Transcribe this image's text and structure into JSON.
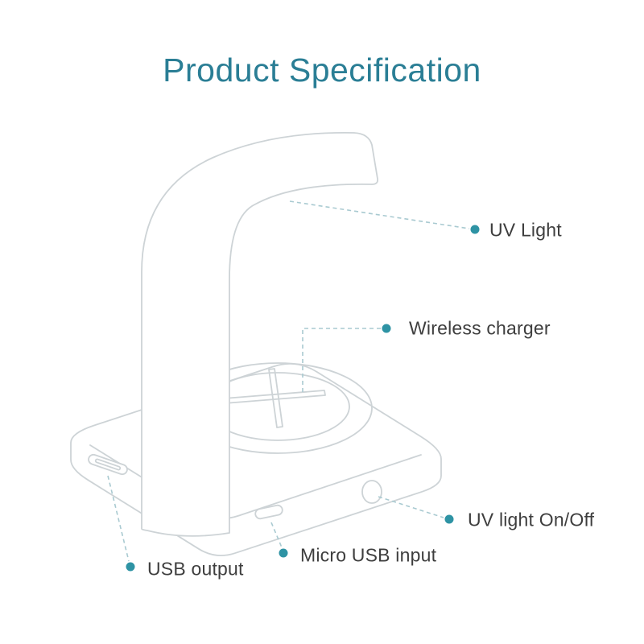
{
  "title": "Product Specification",
  "callouts": [
    {
      "label": "UV Light",
      "target": "uv-light-arm"
    },
    {
      "label": "Wireless charger",
      "target": "wireless-charging-pad"
    },
    {
      "label": "UV light On/Off",
      "target": "power-button"
    },
    {
      "label": "Micro USB input",
      "target": "micro-usb-port"
    },
    {
      "label": "USB output",
      "target": "usb-output-port"
    }
  ],
  "colors": {
    "background": "#ffffff",
    "title_text": "#2a7e95",
    "label_text": "#3e3e3e",
    "callout_dot": "#2e93a4",
    "leader_line": "#a9cad1",
    "line_art": "#cdd3d6"
  }
}
